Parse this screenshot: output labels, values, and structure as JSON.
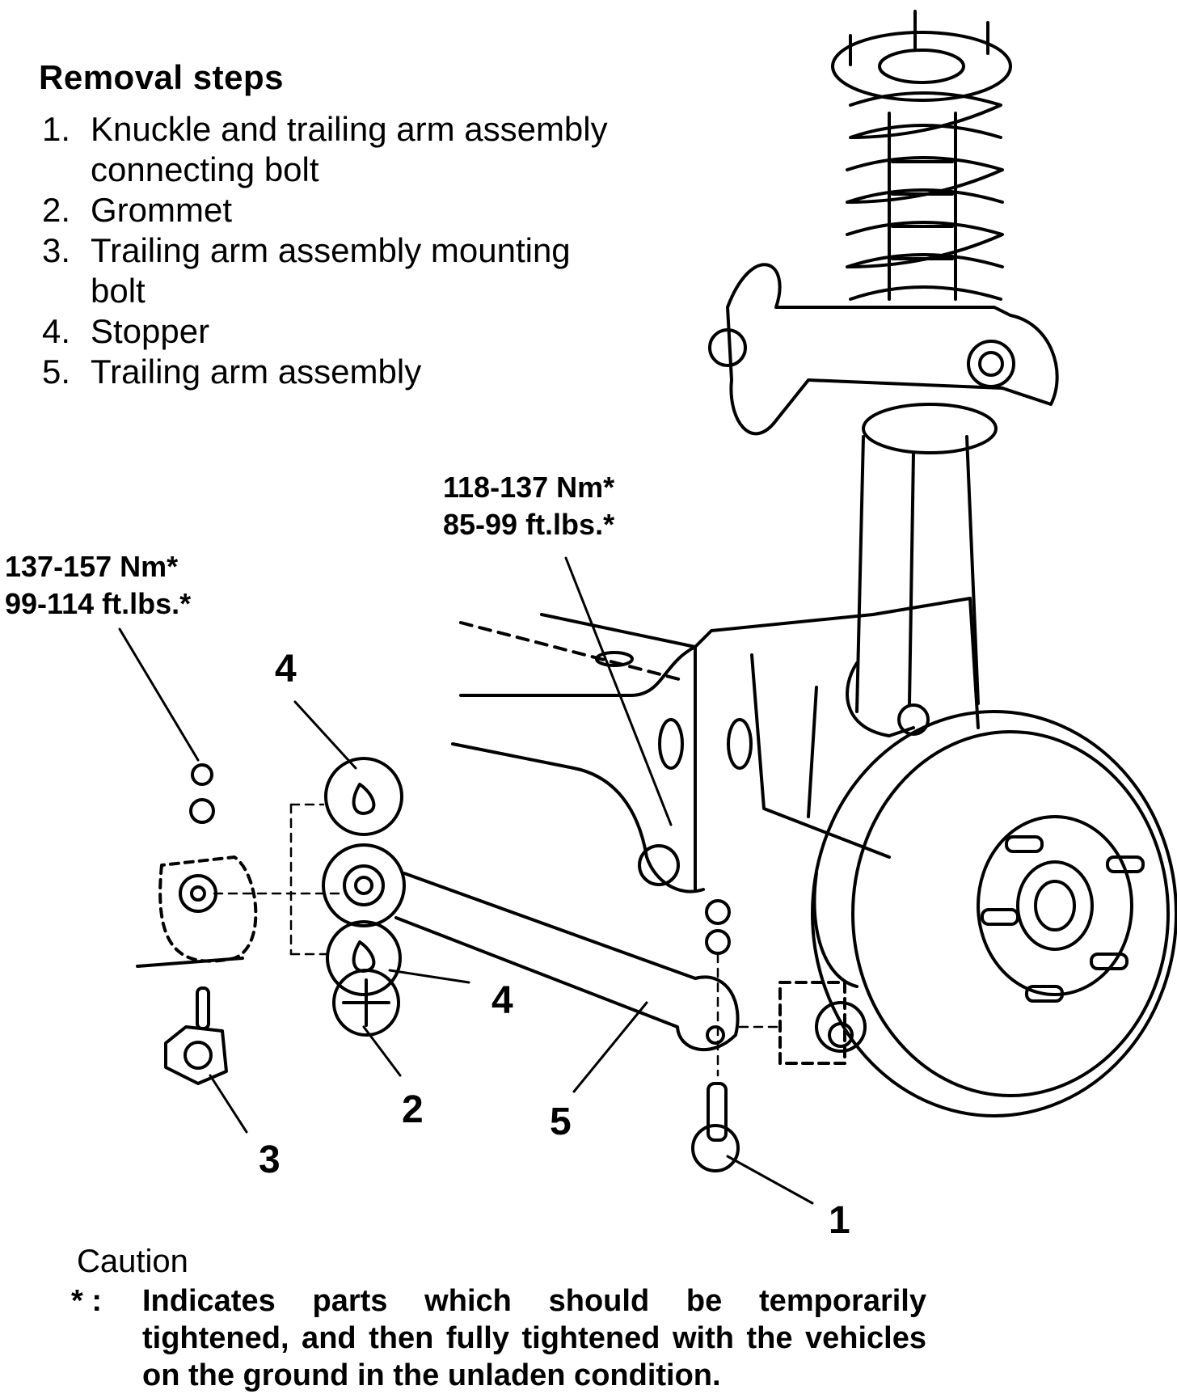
{
  "removal_steps": {
    "title": "Removal steps",
    "items": [
      {
        "num": "1.",
        "line1": "Knuckle and trailing arm assembly",
        "line2": "connecting bolt"
      },
      {
        "num": "2.",
        "line1": "Grommet",
        "line2": ""
      },
      {
        "num": "3.",
        "line1": "Trailing arm assembly mounting",
        "line2": "bolt"
      },
      {
        "num": "4.",
        "line1": "Stopper",
        "line2": ""
      },
      {
        "num": "5.",
        "line1": "Trailing arm assembly",
        "line2": ""
      }
    ]
  },
  "torque_specs": {
    "right": {
      "nm": "118-137 Nm*",
      "ftlbs": "85-99 ft.lbs.*"
    },
    "left": {
      "nm": "137-157 Nm*",
      "ftlbs": "99-114 ft.lbs.*"
    }
  },
  "callouts": {
    "stopper_top": "4",
    "stopper_bottom": "4",
    "grommet": "2",
    "mounting_bolt": "3",
    "trailing_arm": "5",
    "connecting_bolt": "1"
  },
  "caution": {
    "title": "Caution",
    "mark": "* :",
    "text": "Indicates parts which should be temporarily tightened, and then fully tightened with the vehicles on the ground in the unladen condition."
  }
}
